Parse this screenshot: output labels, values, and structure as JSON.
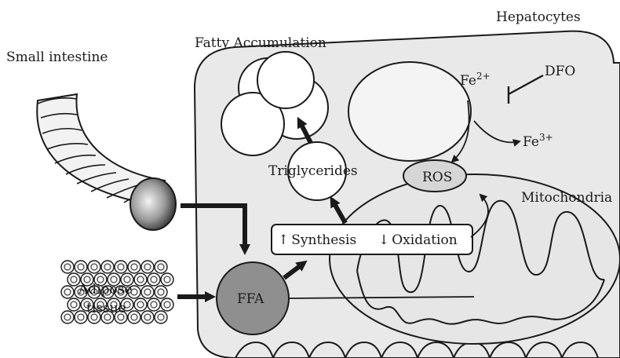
{
  "labels": {
    "hepatocytes": "Hepatocytes",
    "small_intestine": "Small intestine",
    "fatty_accumulation": "Fatty Accumulation",
    "triglycerides": "Triglycerides",
    "ros": "ROS",
    "mitochondria": "Mitochondria",
    "dfo": "DFO",
    "fe2_base": "Fe",
    "fe2_charge": "2+",
    "fe3_base": "Fe",
    "fe3_charge": "3+",
    "adipose_line1": "Adipose",
    "adipose_line2": "tissue",
    "ffa": "FFA"
  },
  "process_box": {
    "synthesis_arrow": "↑",
    "synthesis": "Synthesis",
    "oxidation_arrow": "↓",
    "oxidation": "Oxidation"
  },
  "colors": {
    "cell_fill": "#e9e9e9",
    "ffa_fill": "#8f8f8f",
    "stroke": "#1a1a1a"
  }
}
